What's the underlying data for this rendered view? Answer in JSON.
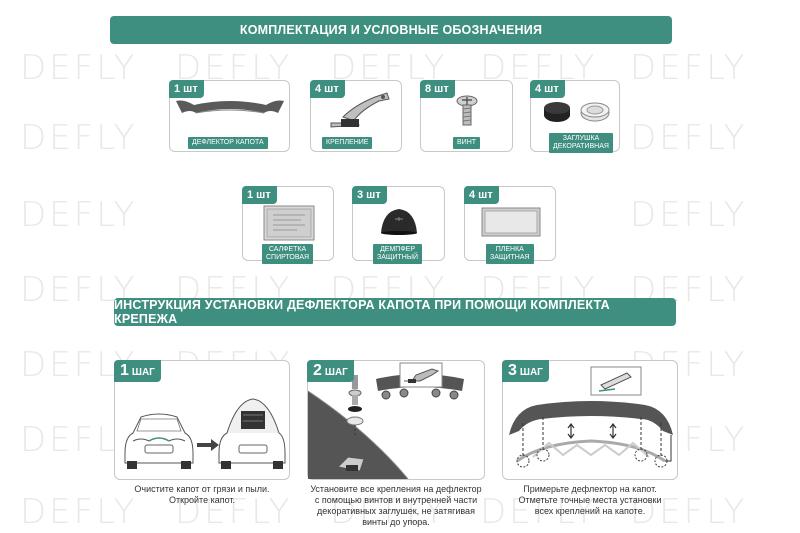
{
  "watermark": "DEFLY",
  "sections": {
    "kit_title": "КОМПЛЕКТАЦИЯ И УСЛОВНЫЕ ОБОЗНАЧЕНИЯ",
    "instructions_title": "ИНСТРУКЦИЯ УСТАНОВКИ ДЕФЛЕКТОРА КАПОТА ПРИ ПОМОЩИ КОМПЛЕКТА КРЕПЕЖА"
  },
  "kit_items": [
    {
      "qty": "1 шт",
      "label": "ДЕФЛЕКТОР КАПОТА"
    },
    {
      "qty": "4 шт",
      "label": "КРЕПЛЕНИЕ"
    },
    {
      "qty": "8 шт",
      "label": "ВИНТ"
    },
    {
      "qty": "4 шт",
      "label_1": "ЗАГЛУШКА",
      "label_2": "ДЕКОРАТИВНАЯ"
    },
    {
      "qty": "1 шт",
      "label_1": "САЛФЕТКА",
      "label_2": "СПИРТОВАЯ"
    },
    {
      "qty": "3 шт",
      "label_1": "ДЕМПФЕР",
      "label_2": "ЗАЩИТНЫЙ"
    },
    {
      "qty": "4 шт",
      "label_1": "ПЛЕНКА",
      "label_2": "ЗАЩИТНАЯ"
    }
  ],
  "steps": [
    {
      "num": "1",
      "word": "ШАГ",
      "caption_1": "Очистите капот от грязи и пыли.",
      "caption_2": "Откройте капот."
    },
    {
      "num": "2",
      "word": "ШАГ",
      "caption_1": "Установите все крепления на дефлектор",
      "caption_2": "с помощью винтов и внутренней части",
      "caption_3": "декоративных заглушек, не затягивая",
      "caption_4": "винты до упора."
    },
    {
      "num": "3",
      "word": "ШАГ",
      "caption_1": "Примерьте дефлектор на капот.",
      "caption_2": "Отметьте точные места установки",
      "caption_3": "всех креплений на капоте."
    }
  ],
  "colors": {
    "accent": "#3f8f80",
    "border": "#c8c8c8",
    "part": "#5a5a5a"
  }
}
